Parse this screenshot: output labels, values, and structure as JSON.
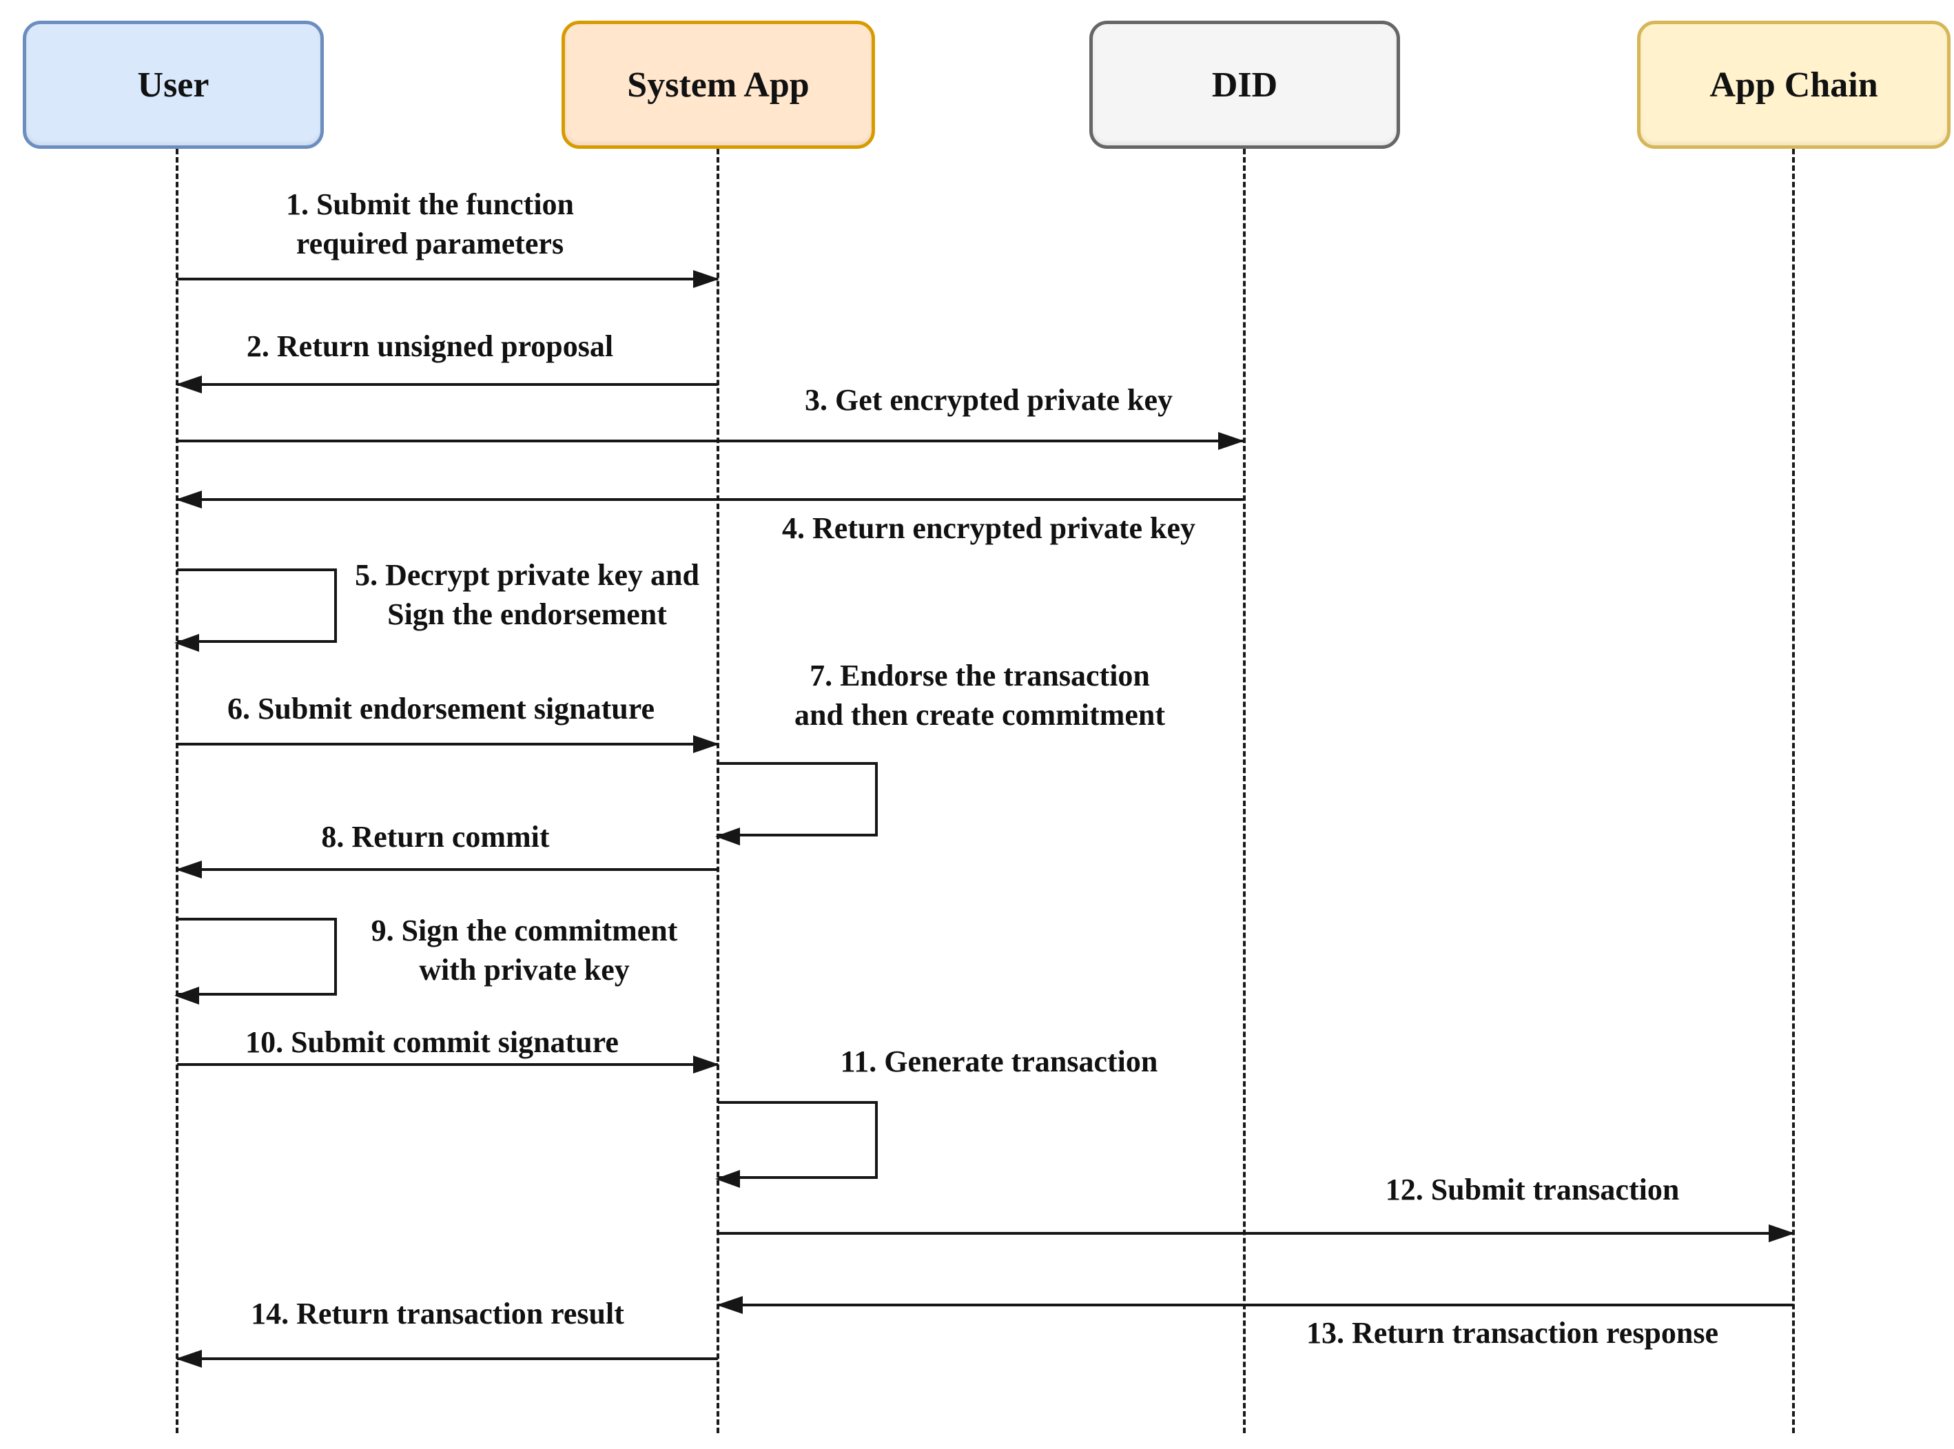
{
  "diagram": {
    "type": "sequence-diagram",
    "line_color": "#161616",
    "actors": [
      {
        "label": "User",
        "fill": "#dae8fc",
        "border": "#6c8ebf"
      },
      {
        "label": "System App",
        "fill": "#ffe6cc",
        "border": "#d79b00"
      },
      {
        "label": "DID",
        "fill": "#f5f5f5",
        "border": "#666666"
      },
      {
        "label": "App Chain",
        "fill": "#fff2cc",
        "border": "#d6b656"
      }
    ],
    "messages": [
      {
        "label": "1. Submit the function\nrequired parameters",
        "from": "User",
        "to": "System App",
        "kind": "call"
      },
      {
        "label": "2. Return unsigned proposal",
        "from": "System App",
        "to": "User",
        "kind": "return"
      },
      {
        "label": "3. Get encrypted private key",
        "from": "User",
        "to": "DID",
        "kind": "call"
      },
      {
        "label": "4. Return encrypted private key",
        "from": "DID",
        "to": "User",
        "kind": "return"
      },
      {
        "label": "5. Decrypt private key and\nSign the endorsement",
        "from": "User",
        "to": "User",
        "kind": "self"
      },
      {
        "label": "6. Submit endorsement signature",
        "from": "User",
        "to": "System App",
        "kind": "call"
      },
      {
        "label": "7. Endorse the transaction\nand then create commitment",
        "from": "System App",
        "to": "System App",
        "kind": "self"
      },
      {
        "label": "8. Return commit",
        "from": "System App",
        "to": "User",
        "kind": "return"
      },
      {
        "label": "9. Sign the commitment\nwith private key",
        "from": "User",
        "to": "User",
        "kind": "self"
      },
      {
        "label": "10. Submit commit signature",
        "from": "User",
        "to": "System App",
        "kind": "call"
      },
      {
        "label": "11. Generate transaction",
        "from": "System App",
        "to": "System App",
        "kind": "self"
      },
      {
        "label": "12. Submit transaction",
        "from": "System App",
        "to": "App Chain",
        "kind": "call"
      },
      {
        "label": "13. Return transaction response",
        "from": "App Chain",
        "to": "System App",
        "kind": "return"
      },
      {
        "label": "14. Return transaction result",
        "from": "System App",
        "to": "User",
        "kind": "return"
      }
    ]
  }
}
